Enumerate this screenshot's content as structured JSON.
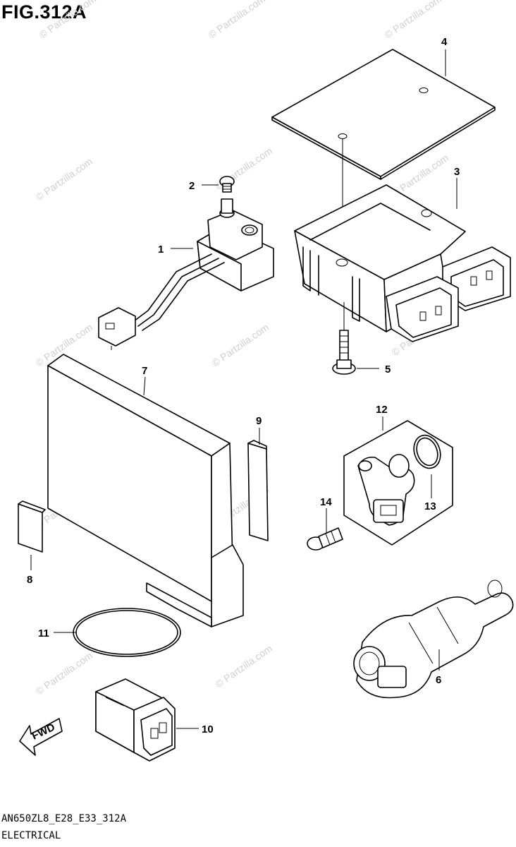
{
  "figure": {
    "title": "FIG.312A",
    "model_code": "AN650ZL8_E28_E33_312A",
    "section_name": "ELECTRICAL"
  },
  "watermark": "© Partzilla.com",
  "fwd_label": "FWD",
  "parts": [
    {
      "number": "1"
    },
    {
      "number": "2"
    },
    {
      "number": "3"
    },
    {
      "number": "4"
    },
    {
      "number": "5"
    },
    {
      "number": "6"
    },
    {
      "number": "7"
    },
    {
      "number": "8"
    },
    {
      "number": "9"
    },
    {
      "number": "10"
    },
    {
      "number": "11"
    },
    {
      "number": "12"
    },
    {
      "number": "13"
    },
    {
      "number": "14"
    }
  ]
}
